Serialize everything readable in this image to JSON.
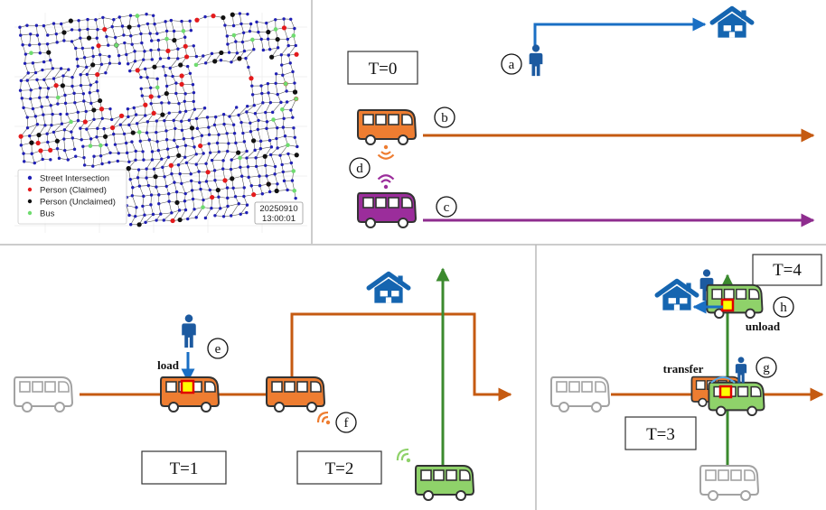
{
  "map": {
    "legend": [
      "Street Intersection",
      "Person (Claimed)",
      "Person (Unclaimed)",
      "Bus"
    ],
    "timestamp_date": "20250910",
    "timestamp_time": "13:00:01",
    "colors": {
      "intersection": "#1f1fb4",
      "claimed": "#e41a1c",
      "unclaimed": "#111111",
      "bus": "#6fdc6f"
    }
  },
  "time_boxes": {
    "t0": "T=0",
    "t1": "T=1",
    "t2": "T=2",
    "t3": "T=3",
    "t4": "T=4"
  },
  "circle_labels": {
    "a": "a",
    "b": "b",
    "c": "c",
    "d": "d",
    "e": "e",
    "f": "f",
    "g": "g",
    "h": "h"
  },
  "actions": {
    "load": "load",
    "transfer": "transfer",
    "unload": "unload"
  },
  "colors": {
    "orange_bus": "#ee7d31",
    "orange_route": "#c55a11",
    "purple_bus": "#9b2d9b",
    "purple_route": "#8e2c8e",
    "green_bus": "#8fd26a",
    "green_route": "#3b8a2e",
    "walk_blue": "#1a6fc4",
    "house": "#1565b0",
    "person": "#1c5aa0",
    "parcel_fill": "#ffff00",
    "parcel_edge": "#e00000"
  },
  "icons": [
    "house-icon",
    "person-icon",
    "bus-icon",
    "signal-icon",
    "parcel-icon"
  ]
}
